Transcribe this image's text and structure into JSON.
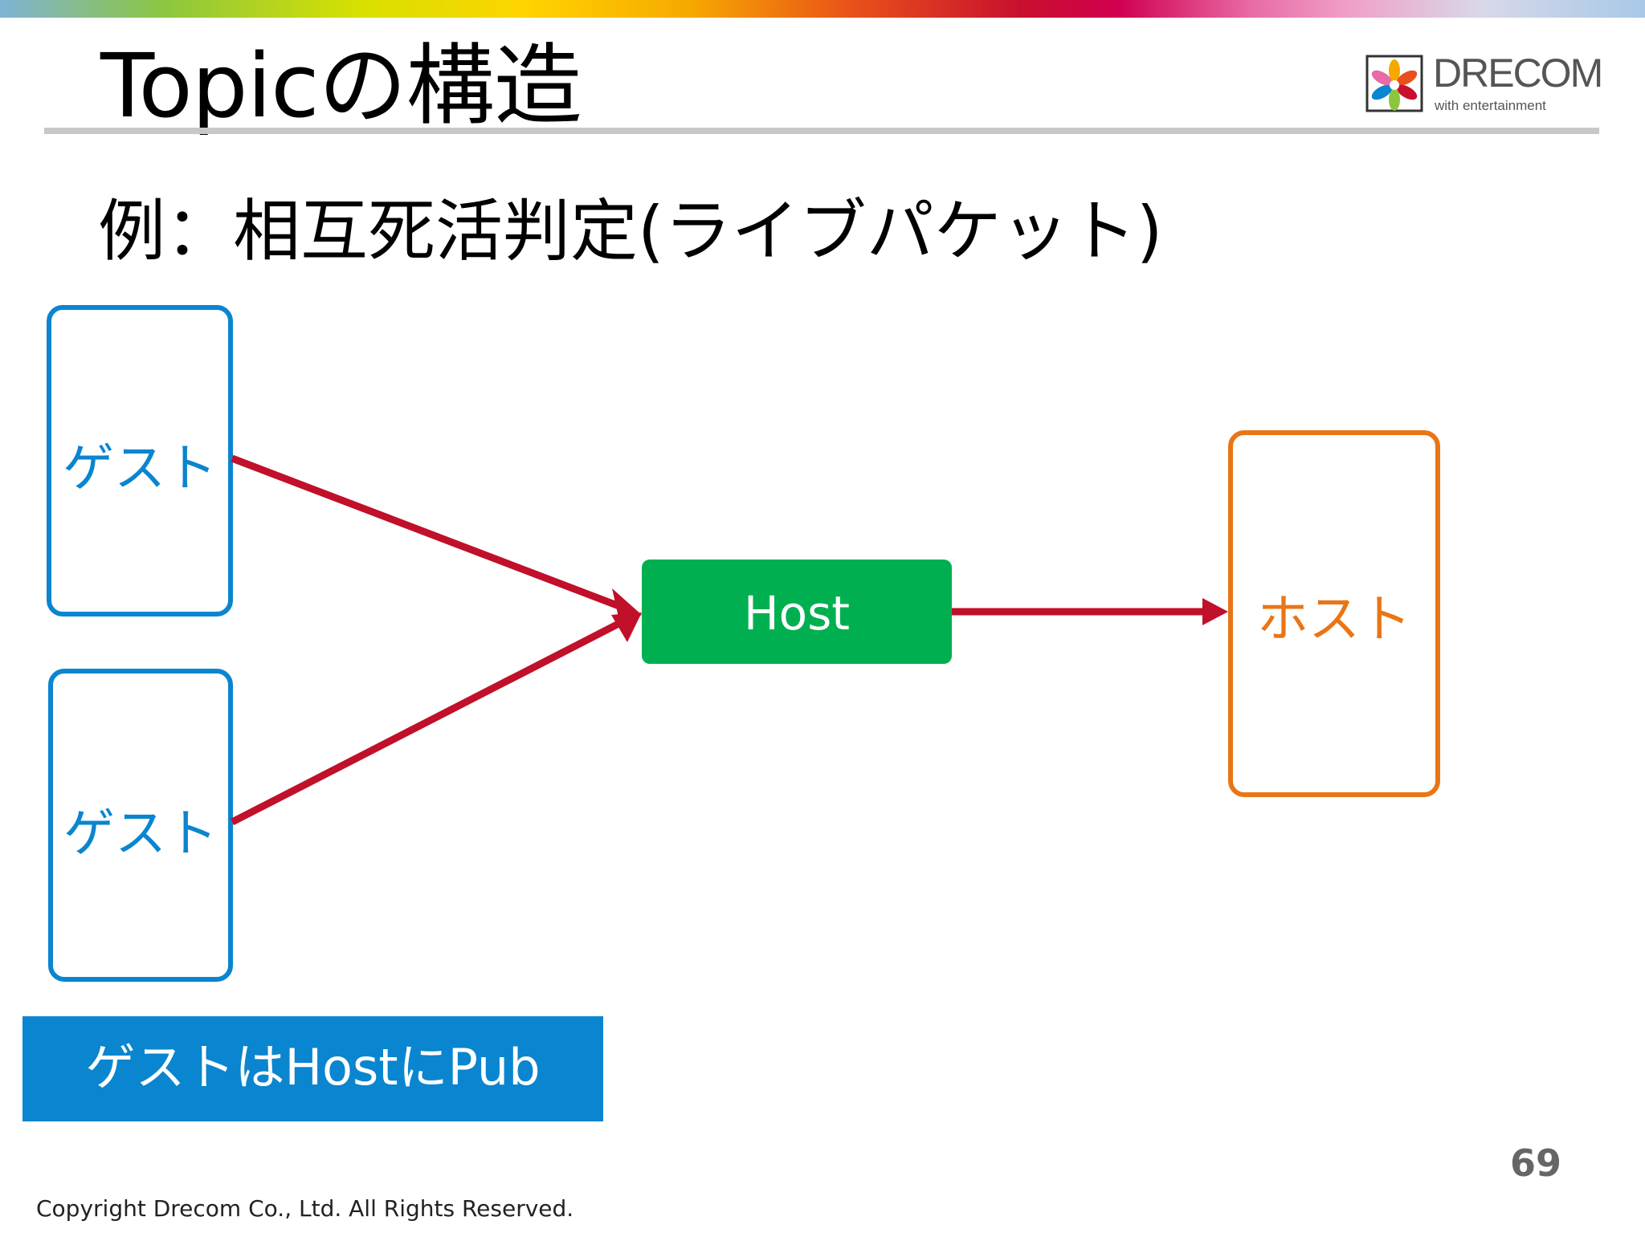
{
  "slide": {
    "title": "Topicの構造",
    "subtitle": "例：相互死活判定(ライブパケット)",
    "page_number": "69",
    "copyright": "Copyright Drecom Co., Ltd. All Rights Reserved."
  },
  "logo": {
    "wordmark": "DRECOM",
    "tagline": "with entertainment",
    "icon": "flower-logo-icon"
  },
  "diagram": {
    "guest_top_label": "ゲスト",
    "guest_bottom_label": "ゲスト",
    "topic_label": "Host",
    "host_label": "ホスト",
    "note": "ゲストはHostにPub"
  },
  "colors": {
    "guest_border": "#0a85cf",
    "host_border": "#ea7515",
    "topic_fill": "#00b050",
    "arrow": "#c0102a",
    "note_fill": "#0a85cf"
  }
}
